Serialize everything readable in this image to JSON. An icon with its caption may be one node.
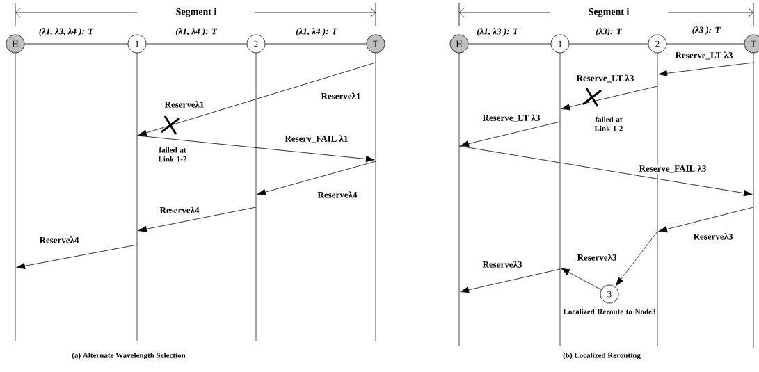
{
  "diagram": {
    "nodes": [
      {
        "text": [
          "H"
        ]
      },
      {
        "text": [
          "1"
        ]
      },
      {
        "text": [
          "2"
        ]
      },
      {
        "text": [
          "T"
        ]
      },
      {
        "text": [],
        "shape": "line"
      },
      {
        "text": [],
        "shape": "line"
      },
      {
        "text": [],
        "shape": "line"
      },
      {
        "text": [],
        "shape": "line"
      },
      {
        "text": [
          "H"
        ]
      },
      {
        "text": [
          "1"
        ]
      },
      {
        "text": [
          "2"
        ]
      },
      {
        "text": [
          "T"
        ]
      },
      {
        "text": [],
        "shape": "line"
      },
      {
        "text": [],
        "shape": "line"
      },
      {
        "text": [],
        "shape": "line"
      },
      {
        "text": [],
        "shape": "line"
      },
      {
        "text": [
          "3"
        ]
      }
    ],
    "edges": [
      {
        "from": 0,
        "to": 1,
        "arrow": "none",
        "label": "(λ1, λ3, λ4 ): T"
      },
      {
        "from": 1,
        "to": 2,
        "arrow": "none",
        "label": "(λ1, λ4 ): T"
      },
      {
        "from": 2,
        "to": 3,
        "arrow": "none",
        "label": "(λ1, λ4 ): T"
      },
      {
        "from": 7,
        "to": 6,
        "arrow": "none",
        "label": "Reserveλ1"
      },
      {
        "from": 6,
        "to": 5,
        "arrow": "to",
        "label": "Reserveλ1"
      },
      {
        "from": 5,
        "to": 7,
        "arrow": "to",
        "label": "Reserv_FAIL λ1"
      },
      {
        "from": 7,
        "to": 6,
        "arrow": "to",
        "label": "Reserveλ4"
      },
      {
        "from": 6,
        "to": 5,
        "arrow": "to",
        "label": "Reserveλ4"
      },
      {
        "from": 5,
        "to": 4,
        "arrow": "to",
        "label": "Reserveλ4"
      },
      {
        "from": 8,
        "to": 9,
        "arrow": "none",
        "label": "(λ1, λ3 ): T"
      },
      {
        "from": 9,
        "to": 10,
        "arrow": "none",
        "label": "(λ3): T"
      },
      {
        "from": 10,
        "to": 11,
        "arrow": "none",
        "label": "(λ3 ): T"
      },
      {
        "from": 15,
        "to": 14,
        "arrow": "to",
        "label": "Reserve_LT λ3"
      },
      {
        "from": 14,
        "to": 13,
        "arrow": "to",
        "label": "Reserve_LT λ3"
      },
      {
        "from": 13,
        "to": 12,
        "arrow": "to",
        "label": "Reserve_LT λ3"
      },
      {
        "from": 12,
        "to": 15,
        "arrow": "to",
        "label": "Reserve_FAIL λ3"
      },
      {
        "from": 15,
        "to": 14,
        "arrow": "to",
        "label": "Reserveλ3"
      },
      {
        "from": 14,
        "to": 16,
        "arrow": "to",
        "label": "Reserveλ3"
      },
      {
        "from": 16,
        "to": 13,
        "arrow": "to"
      },
      {
        "from": 13,
        "to": 12,
        "arrow": "to",
        "label": "Reserveλ3"
      }
    ],
    "labels": [
      "Segment i",
      "failed at Link 1-2",
      "(a)  Alternate Wavelength Selection",
      "Segment i",
      "failed at Link 1-2",
      "Localized Reroute to Node3",
      "(b) Localized Rerouting"
    ]
  }
}
